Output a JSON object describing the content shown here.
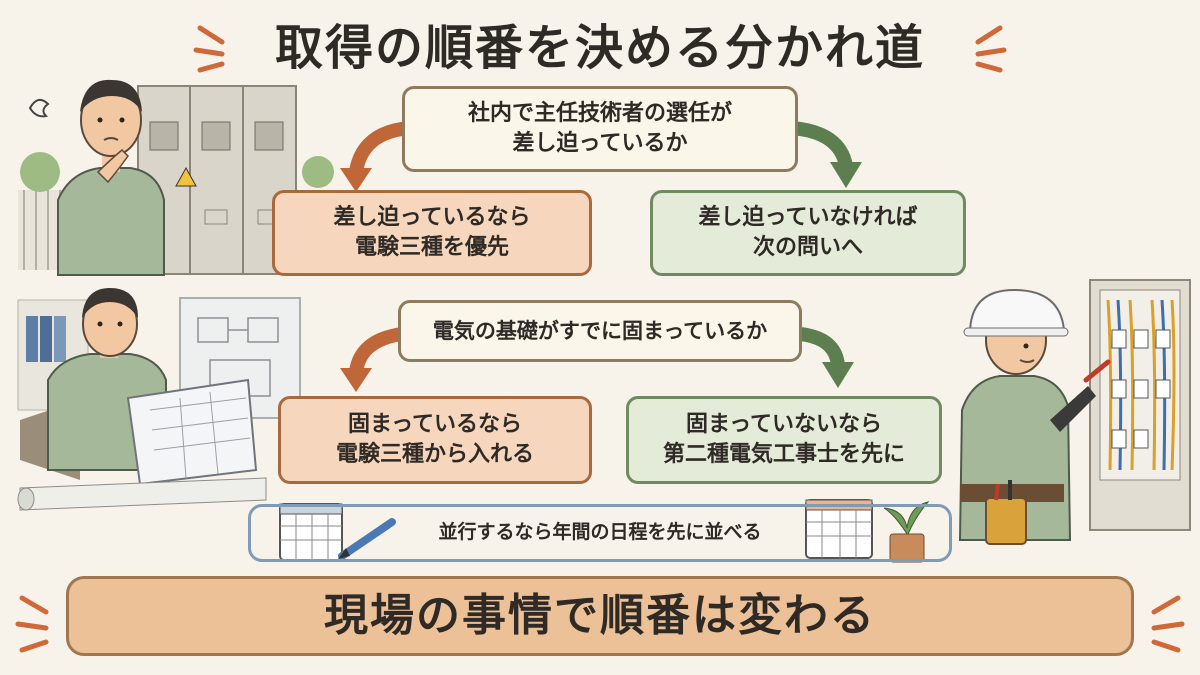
{
  "title": "取得の順番を決める分かれ道",
  "question1": {
    "line1": "社内で主任技術者の選任が",
    "line2": "差し迫っているか"
  },
  "answer1_yes": {
    "line1": "差し迫っているなら",
    "line2": "電験三種を優先"
  },
  "answer1_no": {
    "line1": "差し迫っていなければ",
    "line2": "次の問いへ"
  },
  "question2": {
    "text": "電気の基礎がすでに固まっているか"
  },
  "answer2_yes": {
    "line1": "固まっているなら",
    "line2": "電験三種から入れる"
  },
  "answer2_no": {
    "line1": "固まっていないなら",
    "line2": "第二種電気工事士を先に"
  },
  "tip": {
    "text": "並行するなら年間の日程を先に並べる"
  },
  "bottom_banner": {
    "text": "現場の事情で順番は変わる"
  },
  "colors": {
    "arrow_orange": "#c0673a",
    "arrow_green": "#5d7f4f",
    "accent_lines": "#d0693a",
    "background": "#f7f3ea"
  }
}
